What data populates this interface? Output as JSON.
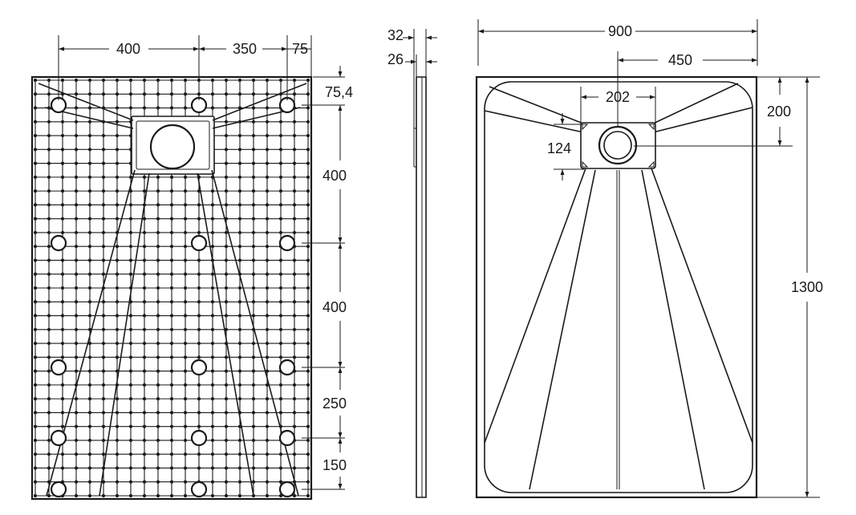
{
  "drawing": {
    "bottom_view": {
      "dims": {
        "h_top": [
          "400",
          "350",
          "75"
        ],
        "v_right": [
          "75,4",
          "400",
          "400",
          "250",
          "150"
        ]
      }
    },
    "side_view": {
      "dims": {
        "thickness_outer": "32",
        "thickness_inner": "26"
      }
    },
    "top_view": {
      "dims": {
        "overall_width": "900",
        "half_width": "450",
        "drain_box_width": "202",
        "drain_box_height": "124",
        "drain_offset": "200",
        "overall_length": "1300"
      }
    }
  }
}
